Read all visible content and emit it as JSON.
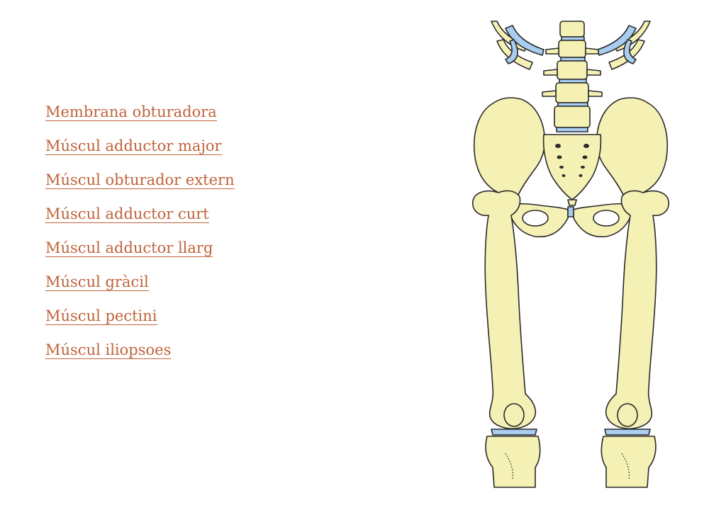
{
  "links": [
    "Membrana obturadora",
    "Múscul adductor major",
    "Múscul obturador extern",
    "Múscul adductor curt",
    "Múscul adductor llarg",
    "Múscul gràcil",
    "Múscul pectini",
    "Múscul iliopsoes"
  ],
  "colors": {
    "link": "#c0633a",
    "bone": "#f5f0b4",
    "cartilage": "#a9cdf0",
    "outline": "#2a2a2a"
  }
}
